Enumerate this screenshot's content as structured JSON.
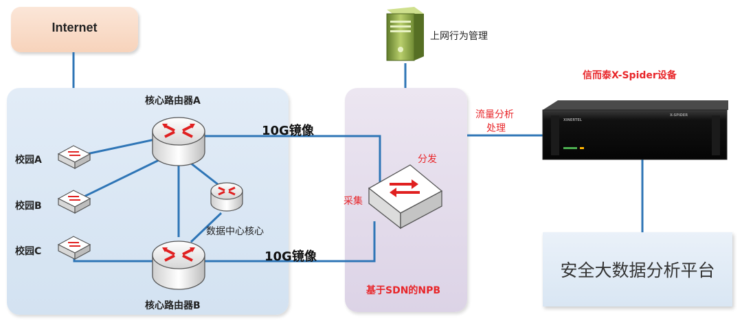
{
  "internet": {
    "label": "Internet"
  },
  "behavior_mgmt": {
    "label": "上网行为管理"
  },
  "campuses": [
    {
      "label": "校园A"
    },
    {
      "label": "校园B"
    },
    {
      "label": "校园C"
    }
  ],
  "core_router_a": {
    "label": "核心路由器A"
  },
  "core_router_b": {
    "label": "核心路由器B"
  },
  "dc_core": {
    "label": "数据中心核心"
  },
  "mirror_top": {
    "label": "10G镜像"
  },
  "mirror_bottom": {
    "label": "10G镜像"
  },
  "npb": {
    "label": "基于SDN的NPB",
    "collect_label": "采集",
    "distribute_label": "分发"
  },
  "traffic": {
    "line1": "流量分析",
    "line2": "处理"
  },
  "device": {
    "label": "信而泰X-Spider设备",
    "front_brand": "XINERTEL",
    "front_model": "X-SPIDER"
  },
  "platform": {
    "label": "安全大数据分析平台"
  },
  "colors": {
    "link": "#2e75b6",
    "router_red": "#e02020",
    "accent_red": "#e8262a"
  }
}
